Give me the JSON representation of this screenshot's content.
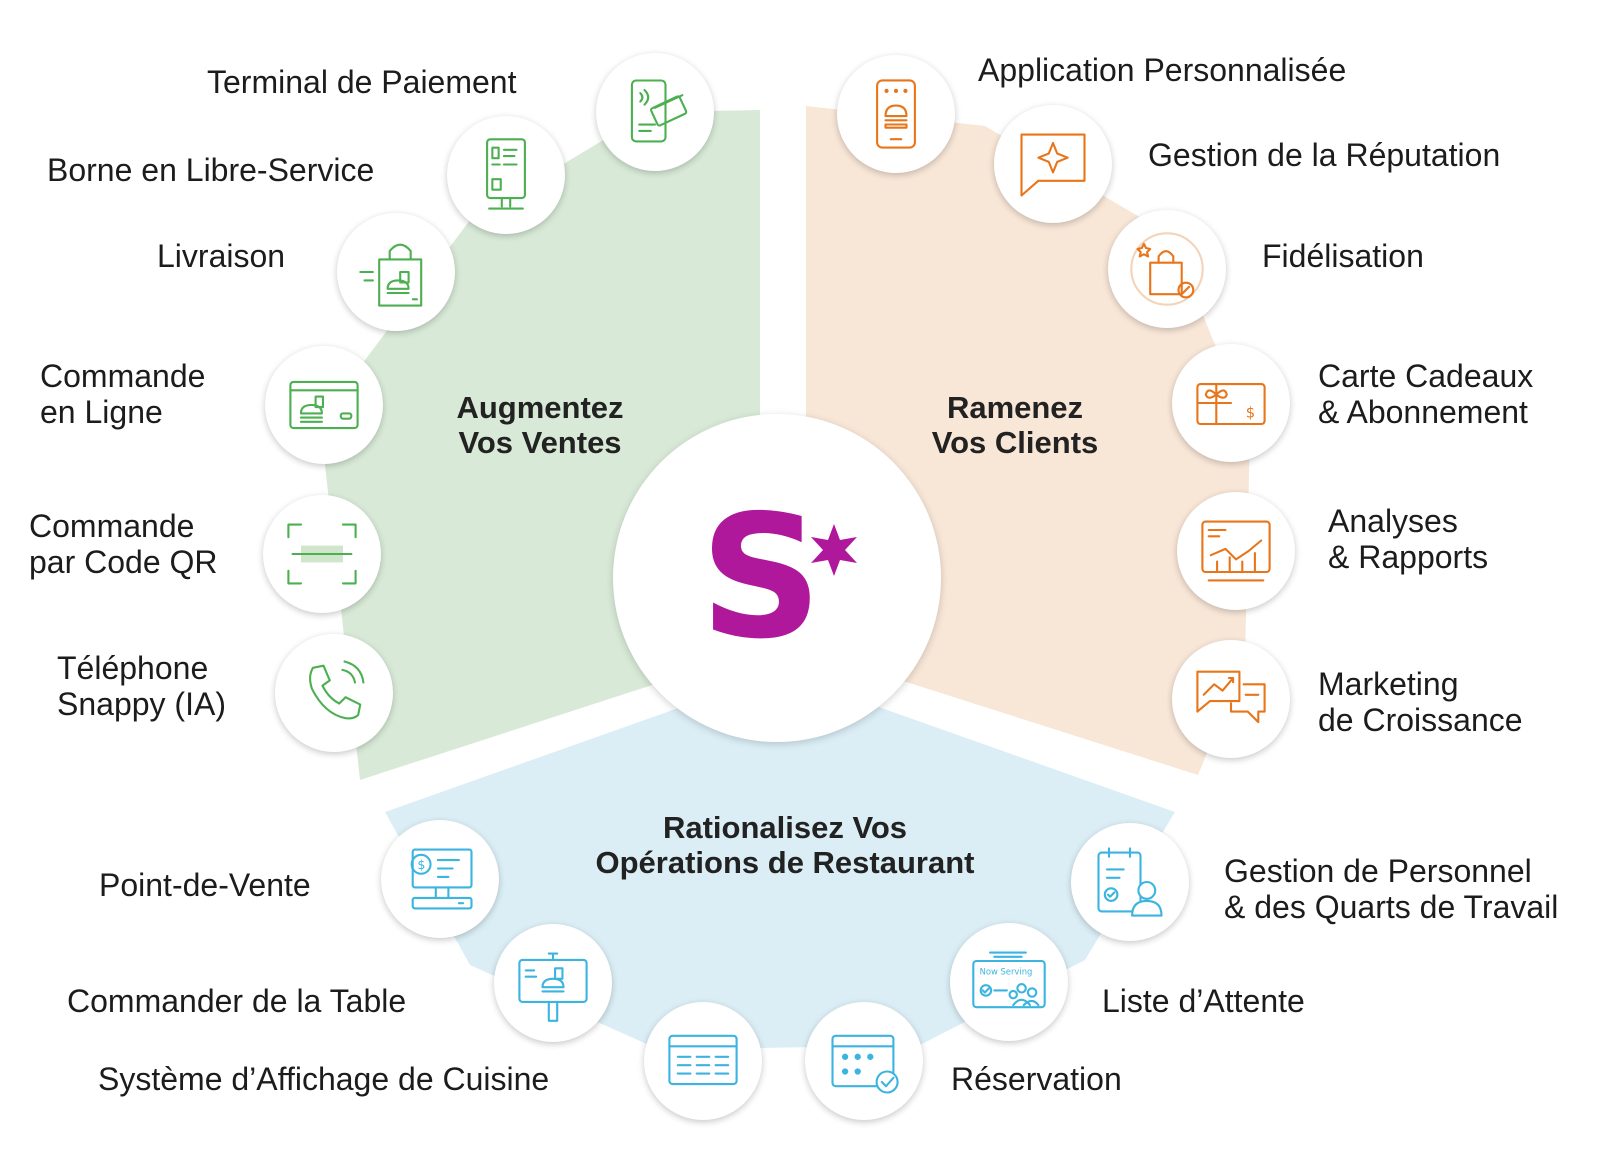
{
  "colors": {
    "green": "#4caf50",
    "green_bg": "#d8ead7",
    "orange": "#e8751a",
    "orange_bg": "#f8e6d7",
    "blue": "#3bb4e0",
    "blue_bg": "#dbeef6",
    "brand": "#b0189b"
  },
  "center_logo": {
    "letter": "S",
    "star": "*"
  },
  "sections": {
    "sales": {
      "title_line1": "Augmentez",
      "title_line2": "Vos Ventes"
    },
    "clients": {
      "title_line1": "Ramenez",
      "title_line2": "Vos Clients"
    },
    "operations": {
      "title_line1": "Rationalisez Vos",
      "title_line2": "Opérations de Restaurant"
    }
  },
  "features": {
    "payment_terminal": {
      "label": "Terminal de Paiement",
      "icon": "payment-terminal-icon"
    },
    "kiosk": {
      "label": "Borne en Libre-Service",
      "icon": "kiosk-icon"
    },
    "delivery": {
      "label": "Livraison",
      "icon": "delivery-bag-icon"
    },
    "online_ordering": {
      "line1": "Commande",
      "line2": "en Ligne",
      "icon": "online-order-icon"
    },
    "qr_ordering": {
      "line1": "Commande",
      "line2": "par Code QR",
      "icon": "qr-scan-icon"
    },
    "ai_phone": {
      "line1": "Téléphone",
      "line2": "Snappy (IA)",
      "icon": "phone-icon"
    },
    "custom_app": {
      "label": "Application Personnalisée",
      "icon": "mobile-app-icon"
    },
    "reputation": {
      "label": "Gestion de la Réputation",
      "icon": "review-star-icon"
    },
    "loyalty": {
      "label": "Fidélisation",
      "icon": "loyalty-bag-icon"
    },
    "gift_cards": {
      "line1": "Carte Cadeaux",
      "line2": "& Abonnement",
      "icon": "gift-card-icon"
    },
    "analytics": {
      "line1": "Analyses",
      "line2": "& Rapports",
      "icon": "analytics-chart-icon"
    },
    "growth_marketing": {
      "line1": "Marketing",
      "line2": "de Croissance",
      "icon": "marketing-chat-icon"
    },
    "pos": {
      "label": "Point-de-Vente",
      "icon": "pos-register-icon"
    },
    "table_ordering": {
      "label": "Commander de la Table",
      "icon": "table-order-icon"
    },
    "kds": {
      "label": "Système d’Affichage de Cuisine",
      "icon": "kitchen-display-icon"
    },
    "reservation": {
      "label": "Réservation",
      "icon": "calendar-icon"
    },
    "waitlist": {
      "label": "Liste d’Attente",
      "icon": "waitlist-icon",
      "screen_text": "Now Serving"
    },
    "staff": {
      "line1": "Gestion de Personnel",
      "line2": "& des Quarts de Travail",
      "icon": "staff-schedule-icon"
    }
  }
}
